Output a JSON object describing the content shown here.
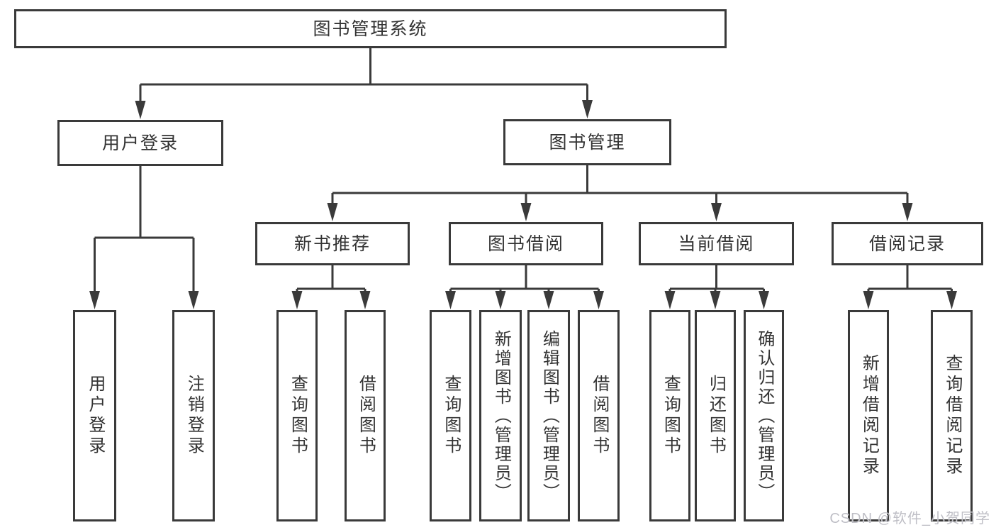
{
  "diagram_type": "hierarchy-tree",
  "colors": {
    "line": "#3a3a3a",
    "box_border": "#3a3a3a",
    "text": "#333333",
    "background": "#ffffff",
    "watermark": "#bfbfc6"
  },
  "tree": {
    "label": "图书管理系统",
    "children": [
      {
        "label": "用户登录",
        "children": [
          {
            "label": "用户登录"
          },
          {
            "label": "注销登录"
          }
        ]
      },
      {
        "label": "图书管理",
        "children": [
          {
            "label": "新书推荐",
            "children": [
              {
                "label": "查询图书"
              },
              {
                "label": "借阅图书"
              }
            ]
          },
          {
            "label": "图书借阅",
            "children": [
              {
                "label": "查询图书"
              },
              {
                "label": "新增图书（管理员）"
              },
              {
                "label": "编辑图书（管理员）"
              },
              {
                "label": "借阅图书"
              }
            ]
          },
          {
            "label": "当前借阅",
            "children": [
              {
                "label": "查询图书"
              },
              {
                "label": "归还图书"
              },
              {
                "label": "确认归还（管理员）"
              }
            ]
          },
          {
            "label": "借阅记录",
            "children": [
              {
                "label": "新增借阅记录"
              },
              {
                "label": "查询借阅记录"
              }
            ]
          }
        ]
      }
    ]
  },
  "watermark": {
    "text": "CSDN @软件_小贺同学"
  }
}
